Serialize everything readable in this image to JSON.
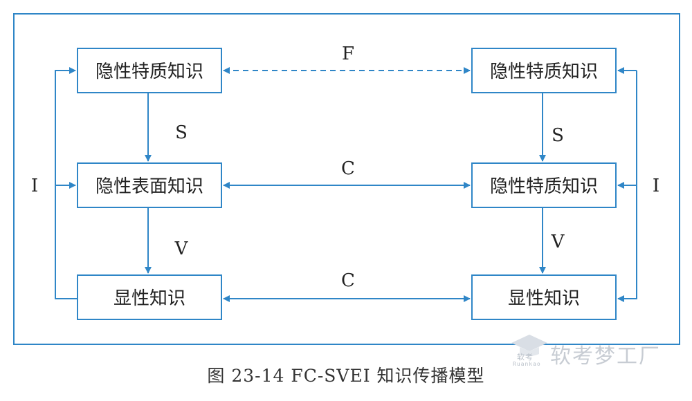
{
  "nodes": {
    "left_top": "隐性特质知识",
    "left_mid": "隐性表面知识",
    "left_bot": "显性知识",
    "right_top": "隐性特质知识",
    "right_mid": "隐性特质知识",
    "right_bot": "显性知识"
  },
  "labels": {
    "F": "F",
    "S_left": "S",
    "S_right": "S",
    "V_left": "V",
    "V_right": "V",
    "C_mid": "C",
    "C_bot": "C",
    "I_left": "I",
    "I_right": "I"
  },
  "caption": "图 23-14    FC-SVEI 知识传播模型",
  "watermark": {
    "main": "软考梦工厂",
    "sub": "软考",
    "sub2": "Ruankao"
  },
  "colors": {
    "node_border": "#2f86c7",
    "arrow": "#2f86c7",
    "frame": "#2f86c7"
  }
}
